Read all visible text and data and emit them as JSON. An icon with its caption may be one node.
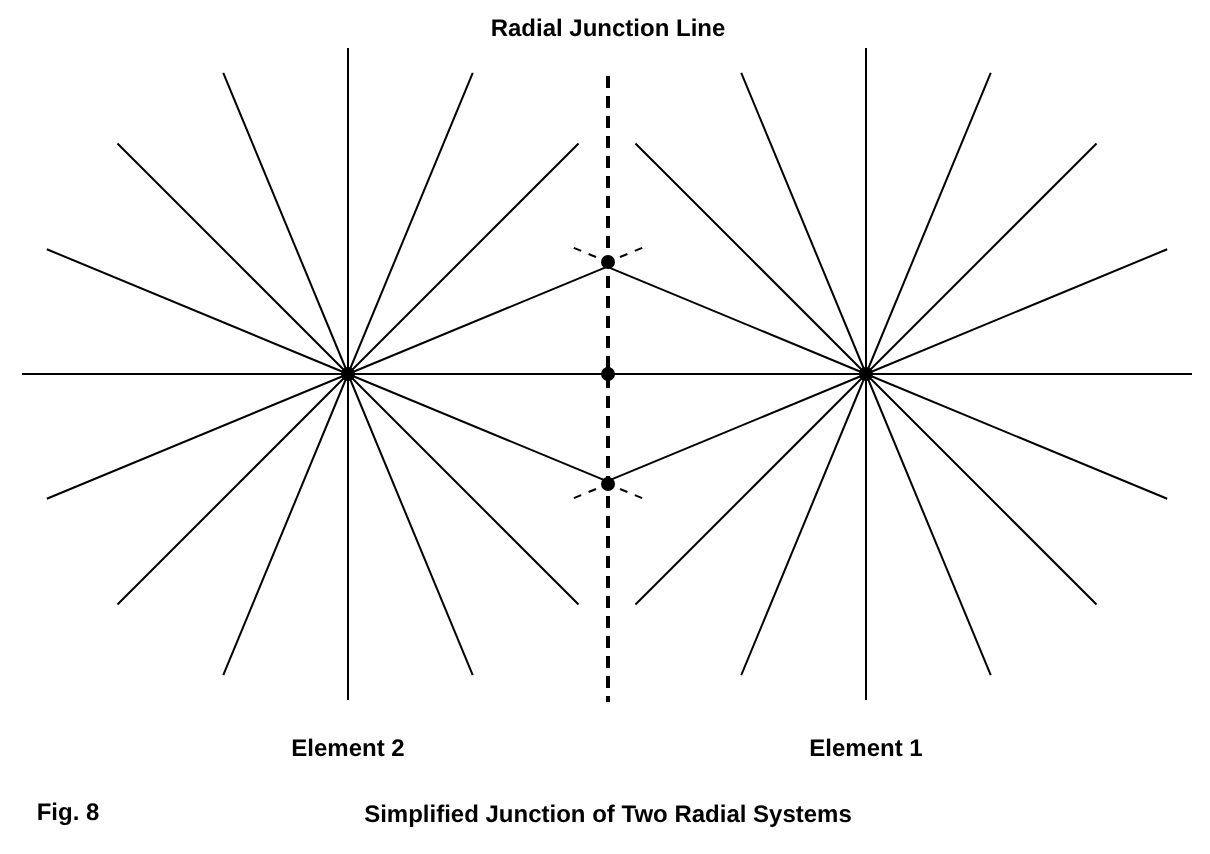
{
  "diagram": {
    "caption": "Simplified Junction of Two Radial Systems",
    "labels": [
      "Radial Junction Line",
      "Element 2",
      "Element 1",
      "Fig. 8"
    ]
  }
}
